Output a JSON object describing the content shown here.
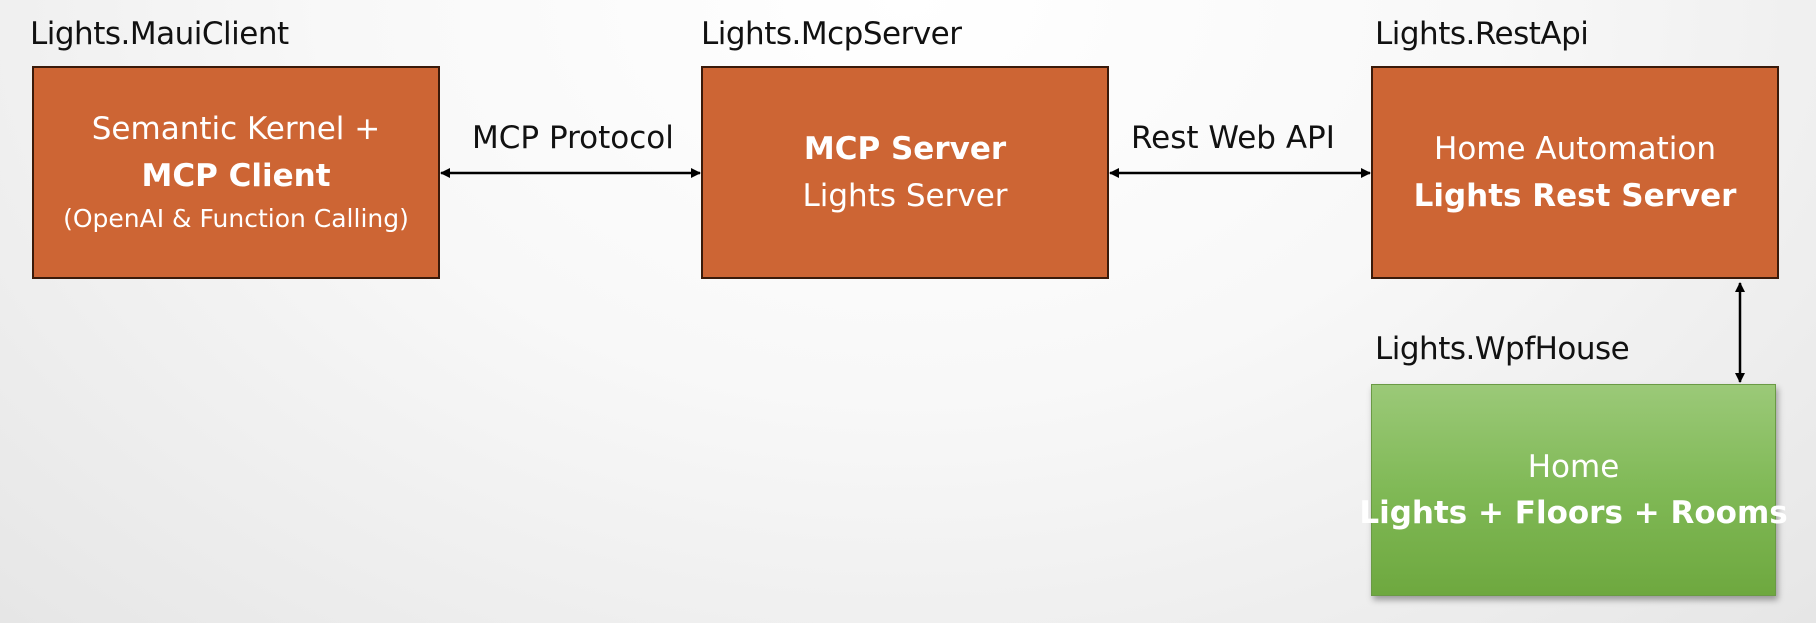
{
  "components": {
    "maui": {
      "label": "Lights.MauiClient",
      "line1": "Semantic Kernel +",
      "line2": "MCP Client",
      "line3": "(OpenAI & Function Calling)"
    },
    "mcp": {
      "label": "Lights.McpServer",
      "line1": "MCP Server",
      "line2": "Lights Server"
    },
    "rest": {
      "label": "Lights.RestApi",
      "line1": "Home Automation",
      "line2": "Lights Rest Server"
    },
    "wpf": {
      "label": "Lights.WpfHouse",
      "line1": "Home",
      "line2": "Lights + Floors + Rooms"
    }
  },
  "connections": {
    "maui_mcp": "MCP Protocol",
    "mcp_rest": "Rest Web API"
  },
  "colors": {
    "component_fill": "#cd6534",
    "home_fill": "#80b956",
    "text_on_box": "#ffffff"
  }
}
